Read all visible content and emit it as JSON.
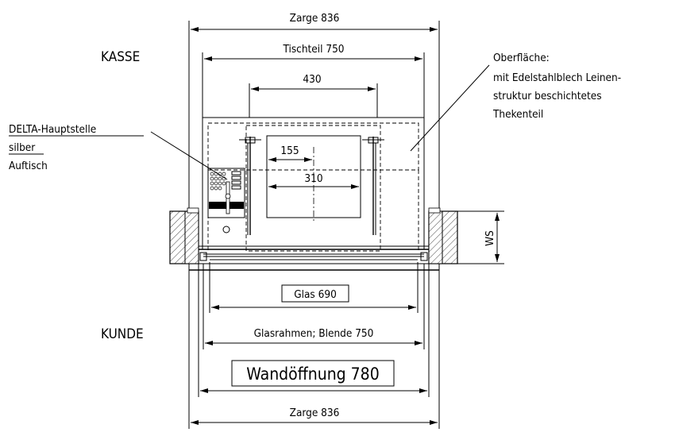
{
  "labels": {
    "kasse": "KASSE",
    "kunde": "KUNDE",
    "delta_line1": "DELTA-Hauptstelle",
    "delta_line2": "silber",
    "delta_line3": "Auftisch",
    "surface_line1": "Oberfläche:",
    "surface_line2": "mit Edelstahlblech Leinen-",
    "surface_line3": "struktur beschichtetes",
    "surface_line4": "Thekenteil"
  },
  "dimensions": {
    "zarge_top": "Zarge 836",
    "tischteil": "Tischteil 750",
    "d430": "430",
    "d155": "155",
    "d310": "310",
    "ws": "WS",
    "glas": "Glas 690",
    "glasrahmen": "Glasrahmen; Blende 750",
    "wandoeffnung": "Wandöffnung 780",
    "zarge_bottom": "Zarge 836"
  }
}
